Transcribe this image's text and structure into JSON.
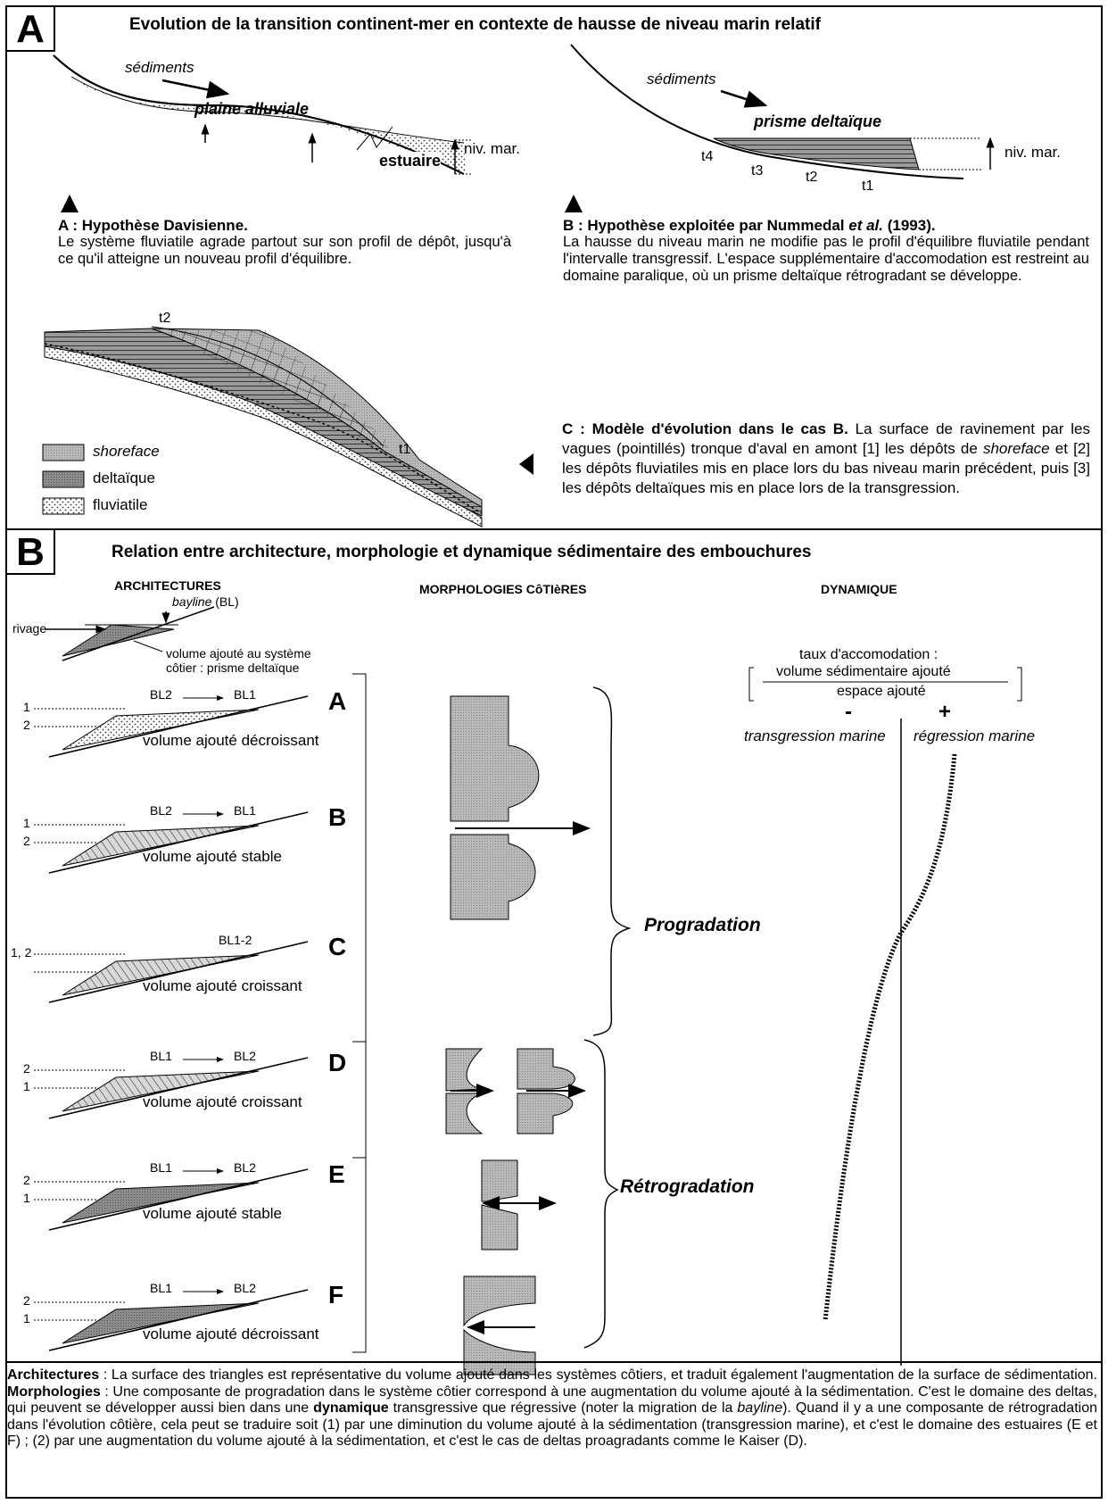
{
  "panelA": {
    "letter": "A",
    "title": "Evolution de la transition continent-mer en contexte de hausse de niveau marin relatif",
    "left": {
      "sediments": "sédiments",
      "plaine": "plaine alluviale",
      "estuaire": "estuaire",
      "nivmar": "niv. mar.",
      "heading": "A : Hypothèse Davisienne.",
      "body": "Le système fluviatile agrade partout sur son profil de dépôt, jusqu'à ce qu'il atteigne un nouveau profil d'équilibre."
    },
    "right": {
      "sediments": "sédiments",
      "prisme": "prisme deltaïque",
      "nivmar": "niv. mar.",
      "t4": "t4",
      "t3": "t3",
      "t2": "t2",
      "t1": "t1",
      "heading_pre": "B : Hypothèse exploitée par Nummedal ",
      "heading_it": "et al.",
      "heading_post": " (1993).",
      "body": "La hausse du niveau marin ne modifie pas le profil d'équilibre fluviatile pendant l'intervalle transgressif. L'espace supplémentaire d'accomodation est restreint au domaine paralique, où un prisme deltaïque rétrogradant se développe."
    },
    "modelC": {
      "t2": "t2",
      "t1": "t1",
      "legend": [
        "shoreface",
        "deltaïque",
        "fluviatile"
      ],
      "heading": "C : Modèle d'évolution dans le cas B.",
      "body1": " La surface de ravinement par les vagues (pointillés) tronque d'aval en amont [1] les dépôts de ",
      "body_it": "shoreface",
      "body2": " et [2] les dépôts fluviatiles mis en place lors du bas niveau marin précédent, puis [3] les dépôts deltaïques mis en place lors de la transgression."
    }
  },
  "panelB": {
    "letter": "B",
    "title": "Relation entre architecture, morphologie et dynamique sédimentaire des embouchures",
    "col_arch": "ARCHITECTURES",
    "col_morph": "MORPHOLOGIES CôTIèRES",
    "col_dyn": "DYNAMIQUE",
    "bayline": "bayline",
    "bl": " (BL)",
    "rivage": "rivage",
    "volume_note_1": "volume ajouté au système",
    "volume_note_2": "côtier : prisme deltaïque",
    "cases": [
      {
        "id": "A",
        "bl": [
          "BL2",
          "BL1"
        ],
        "levels": [
          "1",
          "2"
        ],
        "label": "volume ajouté décroissant"
      },
      {
        "id": "B",
        "bl": [
          "BL2",
          "BL1"
        ],
        "levels": [
          "1",
          "2"
        ],
        "label": "volume ajouté stable"
      },
      {
        "id": "C",
        "bl": [
          "BL1-2"
        ],
        "levels": [
          "1, 2"
        ],
        "label": "volume ajouté croissant"
      },
      {
        "id": "D",
        "bl": [
          "BL1",
          "BL2"
        ],
        "levels": [
          "2",
          "1"
        ],
        "label": "volume ajouté croissant"
      },
      {
        "id": "E",
        "bl": [
          "BL1",
          "BL2"
        ],
        "levels": [
          "2",
          "1"
        ],
        "label": "volume ajouté stable"
      },
      {
        "id": "F",
        "bl": [
          "BL1",
          "BL2"
        ],
        "levels": [
          "2",
          "1"
        ],
        "label": "volume ajouté décroissant"
      }
    ],
    "progradation": "Progradation",
    "retrogradation": "Rétrogradation",
    "dyn": {
      "taux": "taux d'accomodation :",
      "num": "volume sédimentaire ajouté",
      "den": "espace ajouté",
      "minus": "-",
      "plus": "+",
      "transg": "transgression marine",
      "regr": "régression marine"
    }
  },
  "caption": {
    "h1": "Architectures",
    "p1": " : La surface des triangles est représentative du volume ajouté dans les systèmes côtiers, et traduit également l'augmentation de la surface de sédimentation. ",
    "h2": "Morphologies",
    "p2": " : Une composante de progradation dans le système côtier correspond à une augmentation du volume ajouté à la sédimentation. C'est le domaine des deltas, qui peuvent se développer aussi bien dans une ",
    "h3": "dynamique",
    "p3": " transgressive que régressive (noter la migration de la ",
    "it1": "bayline",
    "p4": "). Quand il y a une composante de rétrogradation dans l'évolution côtière, cela peut se traduire soit (1) par une diminution du volume ajouté à la sédimentation (transgression marine), et c'est le domaine des estuaires (E et F)  ; (2) par une augmentation du volume ajouté à la sédimentation, et c'est le cas de deltas proagradants comme le Kaiser (D)."
  }
}
